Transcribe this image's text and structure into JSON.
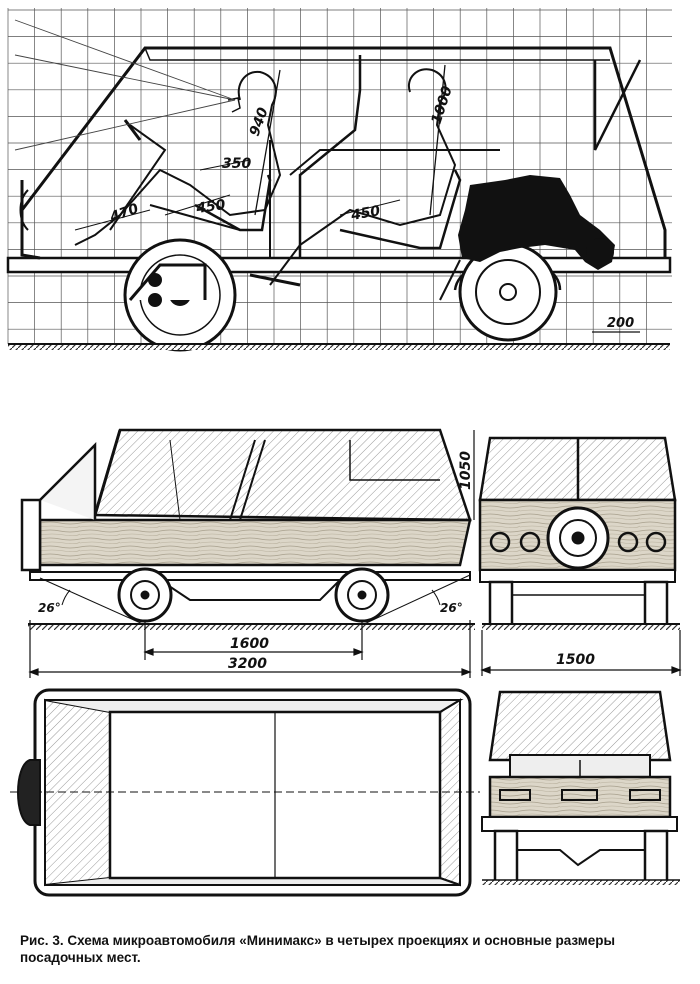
{
  "diagram": {
    "side_dims": {
      "d940": "940",
      "d350": "350",
      "d1000": "1000",
      "d470": "470",
      "d450a": "450",
      "d450b": "450",
      "scale": "200"
    },
    "elevation_dims": {
      "height": "1050",
      "angle_front": "26°",
      "angle_rear": "26°",
      "wheelbase": "1600",
      "length": "3200",
      "width": "1500"
    }
  },
  "caption": "Рис. 3. Схема микроавтомобиля «Минимакс» в четырех проекциях и основные размеры посадочных мест.",
  "colors": {
    "ink": "#111111",
    "wood": "#d9d3c4",
    "glass": "#e9e9e9"
  }
}
